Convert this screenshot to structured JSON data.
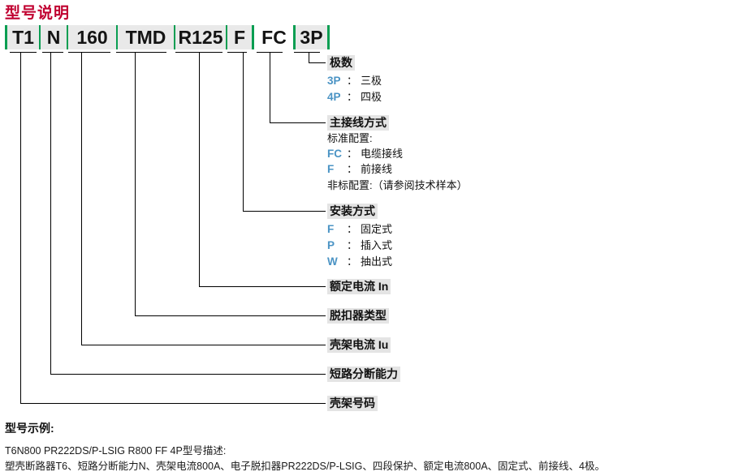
{
  "title": "型号说明",
  "code_bar": {
    "segments": [
      {
        "text": "T1",
        "boxed": true
      },
      {
        "text": "N",
        "boxed": true
      },
      {
        "text": "160",
        "boxed": true
      },
      {
        "text": "TMD",
        "boxed": true
      },
      {
        "text": "R125",
        "boxed": true
      },
      {
        "text": "F",
        "boxed": true
      },
      {
        "text": "FC",
        "boxed": false
      },
      {
        "text": "3P",
        "boxed": true
      }
    ]
  },
  "descriptions": [
    {
      "id": "pole-count",
      "heading": "极数",
      "options": [
        {
          "code": "3P",
          "text": "三极"
        },
        {
          "code": "4P",
          "text": "四极"
        }
      ]
    },
    {
      "id": "main-wiring",
      "heading": "主接线方式",
      "note_before": "标准配置:",
      "options": [
        {
          "code": "FC",
          "text": "电缆接线"
        },
        {
          "code": "F",
          "text": "前接线"
        }
      ],
      "note_after": "非标配置:（请参阅技术样本）"
    },
    {
      "id": "mounting-type",
      "heading": "安装方式",
      "options": [
        {
          "code": "F",
          "text": "固定式"
        },
        {
          "code": "P",
          "text": "插入式"
        },
        {
          "code": "W",
          "text": "抽出式"
        }
      ]
    },
    {
      "id": "rated-current",
      "heading": "额定电流 In",
      "options": []
    },
    {
      "id": "trip-unit-type",
      "heading": "脱扣器类型",
      "options": []
    },
    {
      "id": "frame-current",
      "heading": "壳架电流 Iu",
      "options": []
    },
    {
      "id": "breaking-capacity",
      "heading": "短路分断能力",
      "options": []
    },
    {
      "id": "frame-number",
      "heading": "壳架号码",
      "options": []
    }
  ],
  "example": {
    "title": "型号示例:",
    "line1": "T6N800 PR222DS/P-LSIG R800 FF 4P型号描述:",
    "line2": "塑壳断路器T6、短路分断能力N、壳架电流800A、电子脱扣器PR222DS/P-LSIG、四段保护、额定电流800A、固定式、前接线、4极。"
  },
  "colors": {
    "title": "#c00030",
    "box_border": "#0a9e52",
    "segment_fill": "#e9e9e9",
    "option_code": "#4a93c4",
    "heading_bg": "#e4e4e4",
    "line": "#000000"
  }
}
